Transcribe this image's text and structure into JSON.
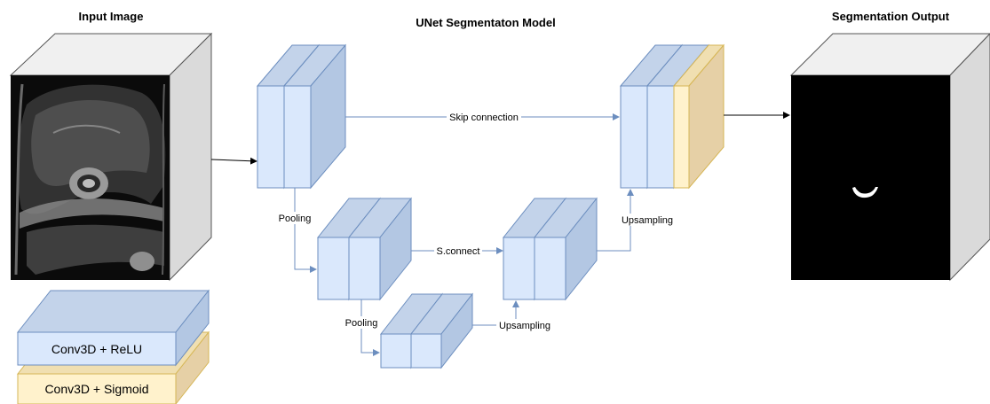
{
  "titles": {
    "input": "Input Image",
    "model": "UNet Segmentaton Model",
    "output": "Segmentation Output"
  },
  "edge_labels": {
    "skip_connection": "Skip connection",
    "s_connect": "S.connect",
    "pooling_1": "Pooling",
    "pooling_2": "Pooling",
    "upsampling_1": "Upsampling",
    "upsampling_2": "Upsampling"
  },
  "legend": {
    "conv_relu": "Conv3D + ReLU",
    "conv_sigmoid": "Conv3D + Sigmoid"
  },
  "colors": {
    "conv_relu": "#dae8fc",
    "conv_sigmoid": "#fff2cc",
    "edge": "#6c8ebf"
  }
}
